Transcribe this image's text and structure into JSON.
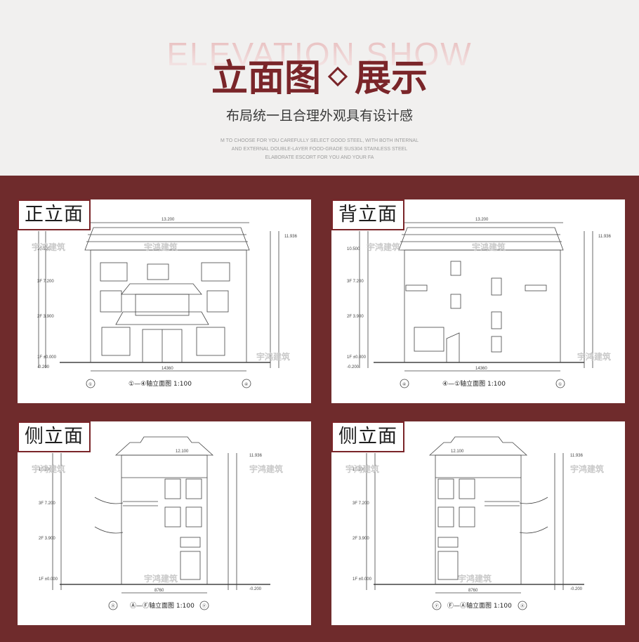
{
  "header": {
    "en_title": "ELEVATION SHOW",
    "cn_title_left": "立面图",
    "cn_title_right": "展示",
    "subtitle": "布局统一且合理外观具有设计感",
    "tiny_lines": [
      "M TO CHOOSE FOR YOU CAREFULLY SELECT GOOD STEEL, WITH BOTH INTERNAL",
      "AND EXTERNAL DOUBLE-LAYER FOOD-GRADE SUS304 STAINLESS STEEL",
      "ELABORATE ESCORT FOR YOU AND YOUR FA"
    ]
  },
  "panels": [
    {
      "label": "正立面",
      "caption": "①—④轴立面图  1:100",
      "width": "14360",
      "top_dim": "13.200",
      "axes": [
        "①",
        "④"
      ]
    },
    {
      "label": "背立面",
      "caption": "④—①轴立面图  1:100",
      "width": "14360",
      "top_dim": "13.200",
      "axes": [
        "④",
        "①"
      ]
    },
    {
      "label": "侧立面",
      "caption": "Ⓐ—Ⓕ轴立面图  1:100",
      "width": "8760",
      "top_dim": "12.100",
      "axes": [
        "Ⓐ",
        "Ⓕ"
      ]
    },
    {
      "label": "侧立面",
      "caption": "Ⓕ—Ⓐ轴立面图  1:100",
      "width": "8760",
      "top_dim": "12.100",
      "axes": [
        "Ⓕ",
        "Ⓐ"
      ]
    }
  ],
  "levels": [
    "1F ±0.000",
    "2F 3.900",
    "3F 7.200",
    "10.500",
    "11.936",
    "-0.200"
  ],
  "watermark": "宇鸿建筑",
  "colors": {
    "accent": "#7a2529",
    "panel_bg": "#6f2b2c"
  }
}
